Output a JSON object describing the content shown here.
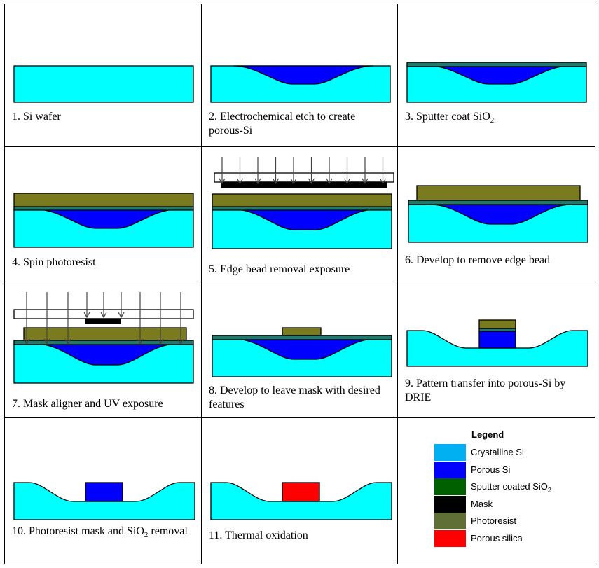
{
  "colors": {
    "crystalline_si": "#00ffff",
    "porous_si": "#0000ff",
    "sio2": "#1f7a6b",
    "mask": "#000000",
    "photoresist": "#7a7a1e",
    "porous_silica": "#ff0000",
    "legend_crystalline_si": "#00b0f0",
    "legend_porous_si": "#0000ff",
    "legend_sio2": "#006000",
    "legend_photoresist": "#5f6f35"
  },
  "steps": [
    {
      "num": "1.",
      "text": "Si wafer"
    },
    {
      "num": "2.",
      "text": "Electrochemical etch to create porous-Si"
    },
    {
      "num": "3.",
      "text": "Sputter coat SiO",
      "sub": "2"
    },
    {
      "num": "4.",
      "text": "Spin photoresist"
    },
    {
      "num": "5.",
      "text": "Edge bead removal exposure"
    },
    {
      "num": "6.",
      "text": "Develop to remove edge bead"
    },
    {
      "num": "7.",
      "text": "Mask aligner and UV exposure"
    },
    {
      "num": "8.",
      "text": "Develop to leave mask with desired features"
    },
    {
      "num": "9.",
      "text": "Pattern transfer into porous-Si by DRIE"
    },
    {
      "num": "10.",
      "text": "Photoresist mask and SiO",
      "sub": "2",
      "tail": " removal"
    },
    {
      "num": "11.",
      "text": "Thermal oxidation"
    }
  ],
  "legend": {
    "title": "Legend",
    "items": [
      {
        "label": "Crystalline Si",
        "color_key": "legend_crystalline_si"
      },
      {
        "label": "Porous Si",
        "color_key": "legend_porous_si"
      },
      {
        "label": "Sputter coated SiO",
        "sub": "2",
        "color_key": "legend_sio2"
      },
      {
        "label": "Mask",
        "color_key": "mask"
      },
      {
        "label": "Photoresist",
        "color_key": "legend_photoresist"
      },
      {
        "label": "Porous silica",
        "color_key": "porous_silica"
      }
    ]
  }
}
